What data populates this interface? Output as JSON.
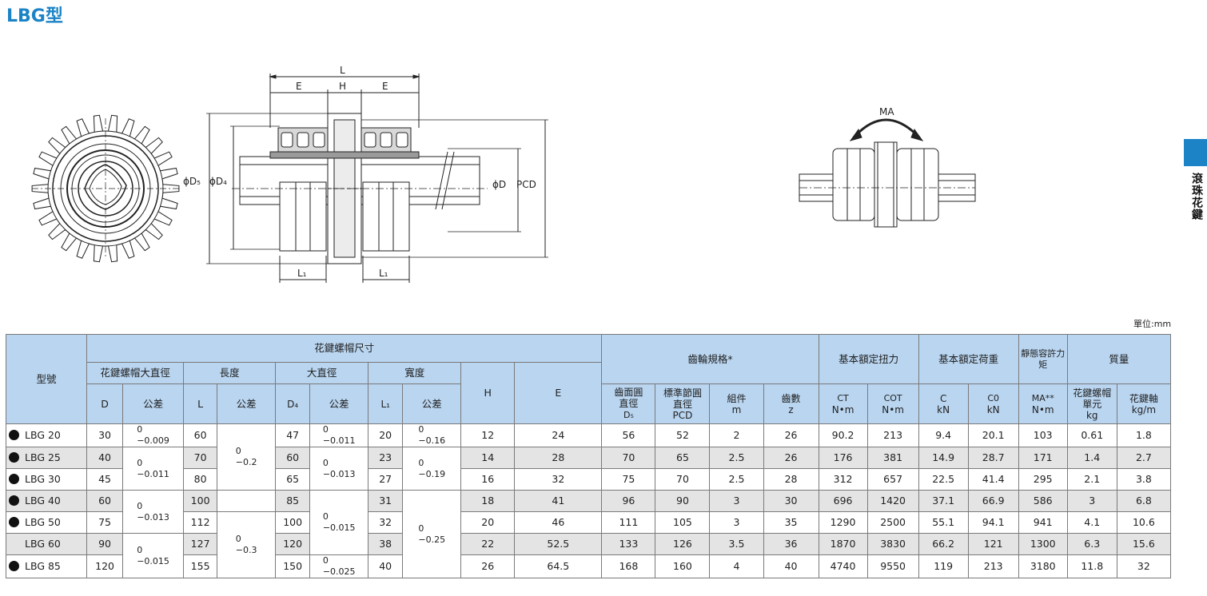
{
  "title": "LBG型",
  "side_label": "滾珠花鍵",
  "unit": "單位:mm",
  "diagram": {
    "L": "L",
    "E_left": "E",
    "H": "H",
    "E_right": "E",
    "phiD5": "ϕD₅",
    "phiD4": "ϕD₄",
    "phiD": "ϕD",
    "PCD": "PCD",
    "L1_left": "L₁",
    "L1_right": "L₁",
    "MA": "MA"
  },
  "table": {
    "model_header": "型號",
    "nut_dims_header": "花鍵螺帽尺寸",
    "gear_header": "齒輪規格*",
    "torque_header": "基本額定扭力",
    "load_header": "基本額定荷重",
    "moment_header": "靜態容許力矩",
    "mass_header": "質量",
    "outer_dia_header": "花鍵螺帽大直徑",
    "length_header": "長度",
    "large_dia_header": "大直徑",
    "width_header": "寬度",
    "col_D": "D",
    "col_tol1": "公差",
    "col_L": "L",
    "col_tol2": "公差",
    "col_D4": "D₄",
    "col_tol3": "公差",
    "col_L1": "L₁",
    "col_tol4": "公差",
    "col_H": "H",
    "col_E": "E",
    "col_D5": [
      "齒面圓",
      "直徑",
      "D₅"
    ],
    "col_PCD": [
      "標準節圓",
      "直徑",
      "PCD"
    ],
    "col_m": [
      "組件",
      "m"
    ],
    "col_z": [
      "齒數",
      "z"
    ],
    "col_CT": [
      "CT",
      "N•m"
    ],
    "col_COT": [
      "COT",
      "N•m"
    ],
    "col_C": [
      "C",
      "kN"
    ],
    "col_C0": [
      "C0",
      "kN"
    ],
    "col_MA": [
      "MA**",
      "N•m"
    ],
    "col_nut_mass": [
      "花鍵螺帽",
      "單元",
      "kg"
    ],
    "col_shaft_mass": [
      "花鍵軸",
      "kg/m"
    ],
    "rows": [
      {
        "model": "LBG 20",
        "dot": true,
        "D": "30",
        "L": "60",
        "D4": "47",
        "L1": "20",
        "H": "12",
        "E": "24",
        "D5": "56",
        "PCD": "52",
        "m": "2",
        "z": "26",
        "CT": "90.2",
        "COT": "213",
        "C": "9.4",
        "C0": "20.1",
        "MA": "103",
        "nut": "0.61",
        "shaft": "1.8"
      },
      {
        "model": "LBG 25",
        "dot": true,
        "D": "40",
        "L": "70",
        "D4": "60",
        "L1": "23",
        "H": "14",
        "E": "28",
        "D5": "70",
        "PCD": "65",
        "m": "2.5",
        "z": "26",
        "CT": "176",
        "COT": "381",
        "C": "14.9",
        "C0": "28.7",
        "MA": "171",
        "nut": "1.4",
        "shaft": "2.7"
      },
      {
        "model": "LBG 30",
        "dot": true,
        "D": "45",
        "L": "80",
        "D4": "65",
        "L1": "27",
        "H": "16",
        "E": "32",
        "D5": "75",
        "PCD": "70",
        "m": "2.5",
        "z": "28",
        "CT": "312",
        "COT": "657",
        "C": "22.5",
        "C0": "41.4",
        "MA": "295",
        "nut": "2.1",
        "shaft": "3.8"
      },
      {
        "model": "LBG 40",
        "dot": true,
        "D": "60",
        "L": "100",
        "D4": "85",
        "L1": "31",
        "H": "18",
        "E": "41",
        "D5": "96",
        "PCD": "90",
        "m": "3",
        "z": "30",
        "CT": "696",
        "COT": "1420",
        "C": "37.1",
        "C0": "66.9",
        "MA": "586",
        "nut": "3",
        "shaft": "6.8"
      },
      {
        "model": "LBG 50",
        "dot": true,
        "D": "75",
        "L": "112",
        "D4": "100",
        "L1": "32",
        "H": "20",
        "E": "46",
        "D5": "111",
        "PCD": "105",
        "m": "3",
        "z": "35",
        "CT": "1290",
        "COT": "2500",
        "C": "55.1",
        "C0": "94.1",
        "MA": "941",
        "nut": "4.1",
        "shaft": "10.6"
      },
      {
        "model": "LBG 60",
        "dot": false,
        "D": "90",
        "L": "127",
        "D4": "120",
        "L1": "38",
        "H": "22",
        "E": "52.5",
        "D5": "133",
        "PCD": "126",
        "m": "3.5",
        "z": "36",
        "CT": "1870",
        "COT": "3830",
        "C": "66.2",
        "C0": "121",
        "MA": "1300",
        "nut": "6.3",
        "shaft": "15.6"
      },
      {
        "model": "LBG 85",
        "dot": true,
        "D": "120",
        "L": "155",
        "D4": "150",
        "L1": "40",
        "H": "26",
        "E": "64.5",
        "D5": "168",
        "PCD": "160",
        "m": "4",
        "z": "40",
        "CT": "4740",
        "COT": "9550",
        "C": "119",
        "C0": "213",
        "MA": "3180",
        "nut": "11.8",
        "shaft": "32"
      }
    ],
    "tol_D": [
      {
        "upper": "0",
        "lower": "−0.009"
      },
      {
        "upper": "0",
        "lower": "−0.011"
      },
      {
        "upper": "0",
        "lower": "−0.013"
      },
      {
        "upper": "0",
        "lower": "−0.015"
      }
    ],
    "tol_L": [
      {
        "upper": "0",
        "lower": "−0.2"
      },
      {
        "upper": "0",
        "lower": "−0.3"
      }
    ],
    "tol_D4": [
      {
        "upper": "0",
        "lower": "−0.011"
      },
      {
        "upper": "0",
        "lower": "−0.013"
      },
      {
        "upper": "0",
        "lower": "−0.015"
      },
      {
        "upper": "0",
        "lower": "−0.025"
      }
    ],
    "tol_L1": [
      {
        "upper": "0",
        "lower": "−0.16"
      },
      {
        "upper": "0",
        "lower": "−0.19"
      },
      {
        "upper": "0",
        "lower": "−0.25"
      }
    ]
  }
}
